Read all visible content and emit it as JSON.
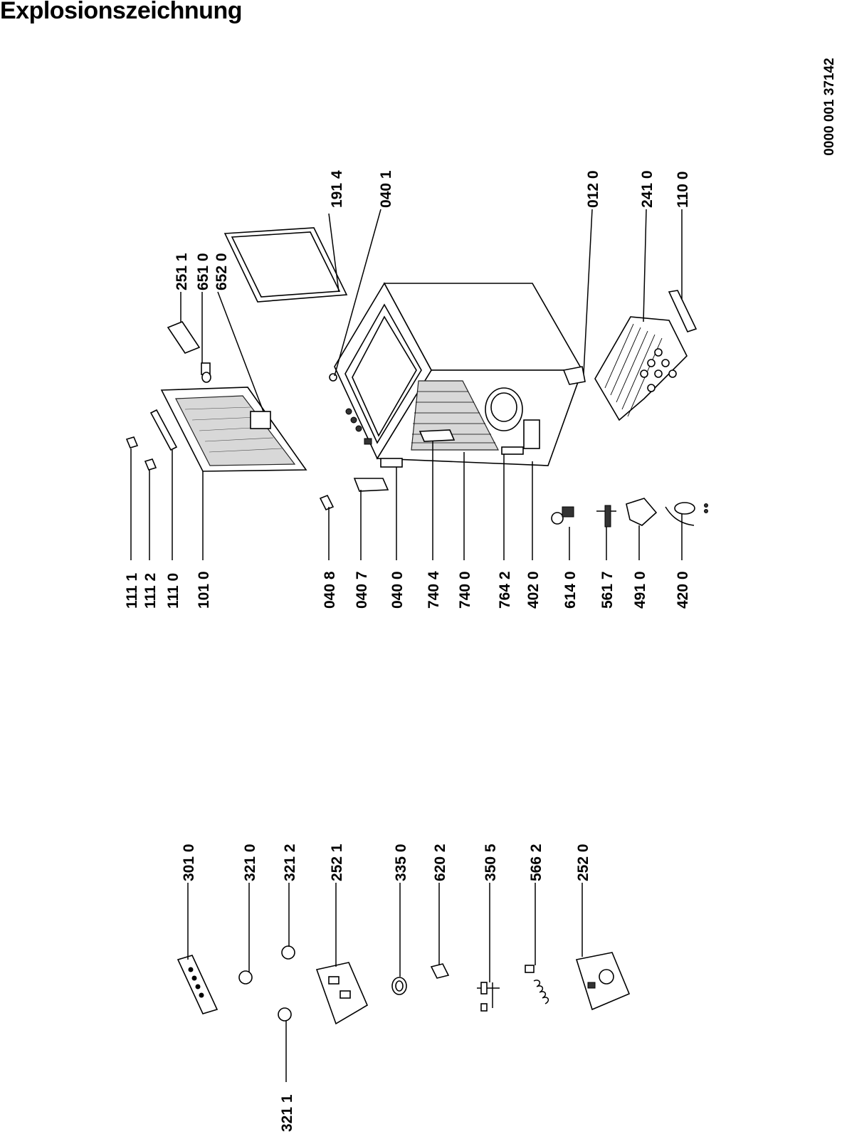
{
  "title": "Explosionszeichnung",
  "doc_id": "0000 001 37142",
  "labels": {
    "l_111_1": "111 1",
    "l_111_2": "111 2",
    "l_111_0": "111 0",
    "l_101_0": "101 0",
    "l_040_8": "040 8",
    "l_040_7": "040 7",
    "l_040_0": "040 0",
    "l_740_4": "740 4",
    "l_740_0": "740 0",
    "l_764_2": "764 2",
    "l_402_0": "402 0",
    "l_614_0": "614 0",
    "l_561_7": "561 7",
    "l_491_0": "491 0",
    "l_420_0": "420 0",
    "l_251_1": "251 1",
    "l_651_0": "651 0",
    "l_652_0": "652 0",
    "l_191_4": "191 4",
    "l_040_1": "040 1",
    "l_012_0": "012 0",
    "l_241_0": "241 0",
    "l_110_0": "110 0",
    "l_301_0": "301 0",
    "l_321_0": "321 0",
    "l_321_2": "321 2",
    "l_252_1": "252 1",
    "l_335_0": "335 0",
    "l_620_2": "620 2",
    "l_350_5": "350 5",
    "l_566_2": "566 2",
    "l_252_0": "252 0",
    "l_321_1": "321 1"
  }
}
